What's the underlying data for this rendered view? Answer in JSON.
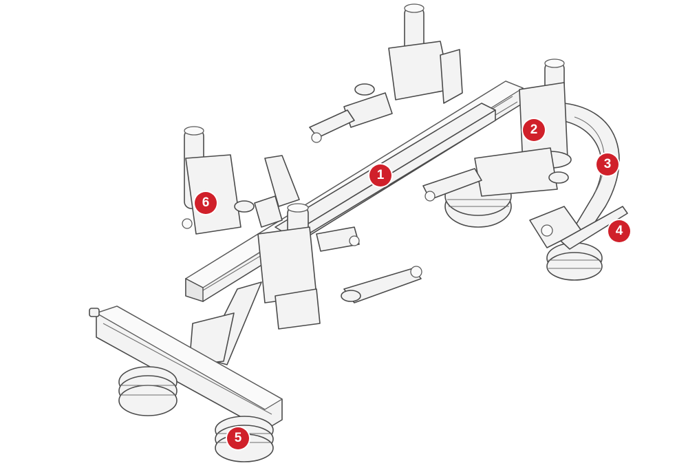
{
  "callouts": {
    "c1": "1",
    "c2": "2",
    "c3": "3",
    "c4": "4",
    "c5": "5",
    "c6": "6"
  },
  "colors": {
    "marker": "#d0202a",
    "marker_text": "#ffffff",
    "line": "#4a4a4a",
    "fill": "#f3f3f3"
  }
}
